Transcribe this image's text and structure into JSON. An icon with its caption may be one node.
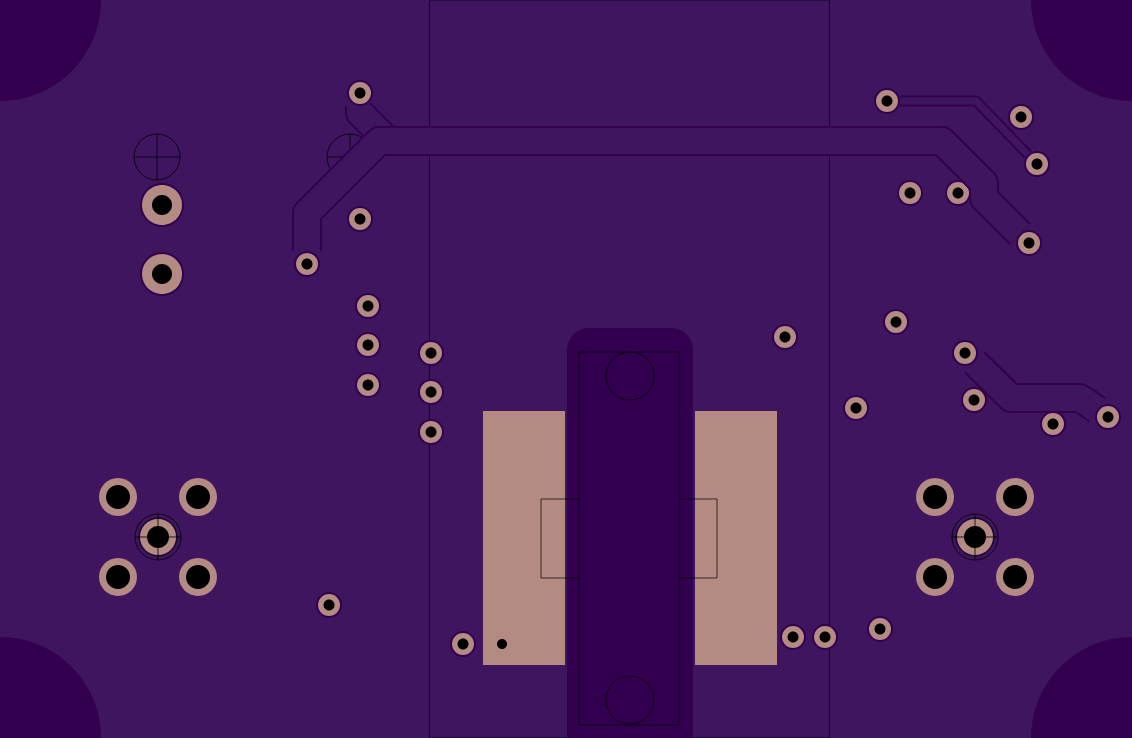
{
  "diagram": {
    "nodes": [
      {
        "text": [],
        "shape": "circle"
      },
      {
        "text": [],
        "shape": "circle"
      },
      {
        "text": [],
        "shape": "circle"
      },
      {
        "text": [],
        "shape": "circle"
      },
      {
        "text": [],
        "shape": "circle"
      },
      {
        "text": [],
        "shape": "circle"
      },
      {
        "text": [],
        "shape": "circle"
      },
      {
        "text": [],
        "shape": "circle"
      },
      {
        "text": [],
        "shape": "circle"
      },
      {
        "text": [],
        "shape": "circle"
      },
      {
        "text": [],
        "shape": "circle"
      },
      {
        "text": [],
        "shape": "circle"
      },
      {
        "text": [],
        "shape": "circle"
      },
      {
        "text": [],
        "shape": "circle"
      },
      {
        "text": [],
        "shape": "circle"
      },
      {
        "text": [],
        "shape": "circle"
      },
      {
        "text": [],
        "shape": "circle"
      },
      {
        "text": [],
        "shape": "circle"
      },
      {
        "text": [],
        "shape": "circle"
      },
      {
        "text": [],
        "shape": "circle"
      },
      {
        "text": [],
        "shape": "circle"
      },
      {
        "text": [],
        "shape": "circle"
      },
      {
        "text": [],
        "shape": "circle"
      },
      {
        "text": [],
        "shape": "circle"
      },
      {
        "text": [],
        "shape": "circle"
      },
      {
        "text": [],
        "shape": "circle"
      },
      {
        "text": [],
        "shape": "circle"
      }
    ],
    "edges": [
      {
        "from": 0,
        "to": 7,
        "arrow": "none"
      },
      {
        "from": 8,
        "to": 7,
        "arrow": "none"
      },
      {
        "from": 1,
        "to": 3,
        "arrow": "none"
      },
      {
        "from": 14,
        "to": 19,
        "arrow": "none"
      }
    ]
  }
}
